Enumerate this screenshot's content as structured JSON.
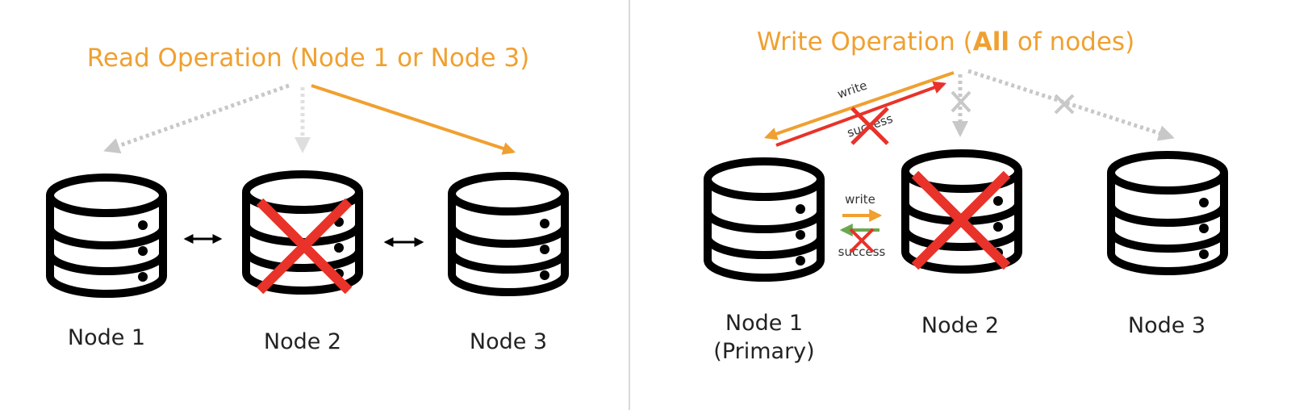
{
  "read": {
    "title": "Read Operation (Node 1 or Node 3)",
    "nodes": [
      "Node 1",
      "Node 2",
      "Node 3"
    ],
    "failed_node": "Node 2"
  },
  "write": {
    "title_pre": "Write Operation (",
    "title_bold": "All",
    "title_post": " of nodes)",
    "top_write_label": "write",
    "top_success_label": "success",
    "mid_write_label": "write",
    "mid_success_label": "success",
    "node1_label": "Node 1",
    "node1_sub": "(Primary)",
    "node2_label": "Node 2",
    "node3_label": "Node 3",
    "failed_node": "Node 2"
  },
  "colors": {
    "orange": "#f0a030",
    "red": "#e8322a",
    "green": "#6aa84f",
    "gray": "#c8c8c8",
    "black": "#000000",
    "divider": "#d8d8d8"
  }
}
